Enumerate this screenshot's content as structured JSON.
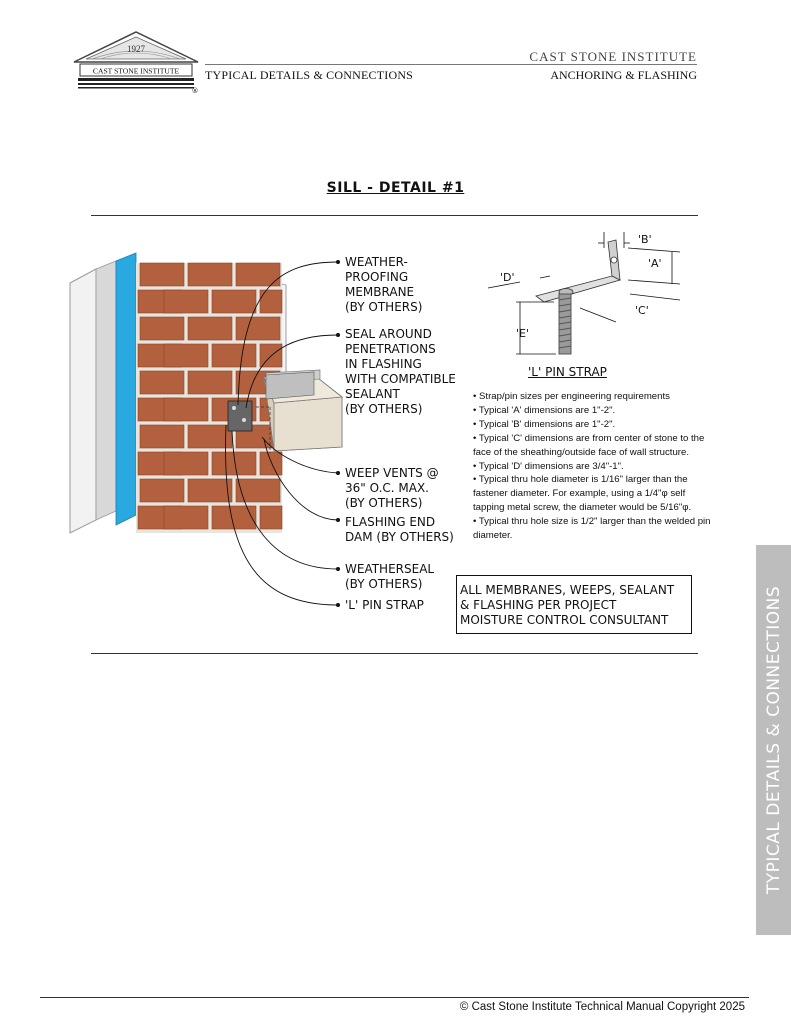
{
  "header": {
    "logo_year": "1927",
    "logo_name": "CAST STONE INSTITUTE",
    "logo_registered": "®",
    "org_name": "CAST STONE INSTITUTE",
    "left_title": "TYPICAL DETAILS & CONNECTIONS",
    "right_title": "ANCHORING & FLASHING"
  },
  "detail": {
    "title": "SILL - DETAIL #1"
  },
  "callouts": [
    {
      "text": "WEATHER-\nPROOFING\nMEMBRANE\n(BY OTHERS)"
    },
    {
      "text": "SEAL AROUND\nPENETRATIONS\nIN FLASHING\nWITH COMPATIBLE\nSEALANT\n(BY OTHERS)"
    },
    {
      "text": "WEEP VENTS @\n36\" O.C. MAX.\n(BY OTHERS)"
    },
    {
      "text": "FLASHING END\nDAM (BY OTHERS)"
    },
    {
      "text": "WEATHERSEAL\n(BY OTHERS)"
    },
    {
      "text": "'L' PIN STRAP"
    }
  ],
  "strap": {
    "labels": [
      "'B'",
      "'A'",
      "'D'",
      "'C'",
      "'E'"
    ],
    "caption": "'L' PIN STRAP"
  },
  "notes": [
    "• Strap/pin sizes per engineering requirements",
    "• Typical 'A' dimensions are 1\"-2\".",
    "• Typical 'B' dimensions are 1\"-2\".",
    "• Typical 'C' dimensions are from center of stone to the face of the sheathing/outside face of wall structure.",
    "• Typical 'D' dimensions are 3/4\"-1\".",
    "• Typical thru hole diameter is 1/16\" larger than the fastener diameter. For example, using a 1/4\"φ self tapping metal screw, the diameter would be 5/16\"φ.",
    "• Typical thru hole size is 1/2\" larger than the welded pin diameter."
  ],
  "note_box": "ALL MEMBRANES, WEEPS, SEALANT\n& FLASHING PER PROJECT\nMOISTURE CONTROL CONSULTANT",
  "side_tab": "TYPICAL DETAILS & CONNECTIONS",
  "footer": "© Cast Stone Institute Technical Manual Copyright 2025",
  "colors": {
    "brick": "#b2603e",
    "mortar": "#e8e4de",
    "membrane": "#2aa8e0",
    "stone": "#e7dfcf",
    "tab": "#bdbdbd"
  }
}
